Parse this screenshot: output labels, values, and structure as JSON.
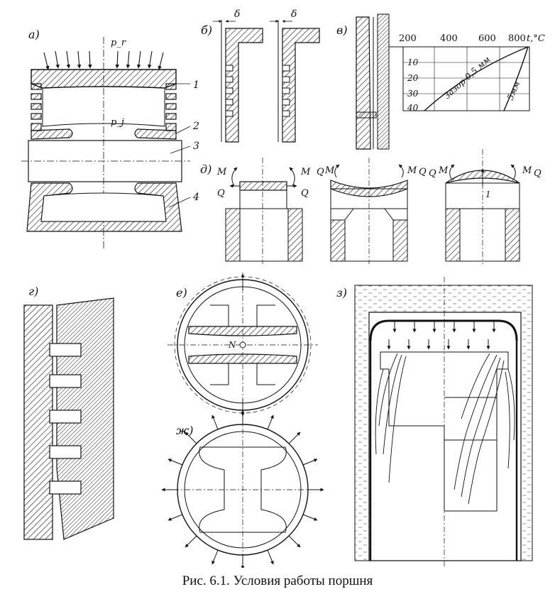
{
  "caption": "Рис. 6.1. Условия работы поршня",
  "panels": {
    "a": {
      "label": "а)",
      "force_top": "p_r",
      "force_inertia": "p_j",
      "callouts": [
        "1",
        "2",
        "3",
        "4"
      ]
    },
    "b": {
      "label": "б)",
      "gap_symbol": "δ"
    },
    "v": {
      "label": "в)",
      "graph": {
        "x_ticks": [
          "200",
          "400",
          "600",
          "800"
        ],
        "x_unit": "t,°C",
        "y_ticks": [
          "10",
          "20",
          "30",
          "40"
        ],
        "curve_labels": [
          "Зазор 0,5 мм",
          "5мм"
        ]
      }
    },
    "d": {
      "label": "д)",
      "moment": "M",
      "shear": "Q",
      "deflection": "1"
    },
    "g": {
      "label": "г)"
    },
    "e": {
      "label": "е)",
      "center_force": "N"
    },
    "zh": {
      "label": "ж)"
    },
    "z": {
      "label": "з)"
    }
  }
}
